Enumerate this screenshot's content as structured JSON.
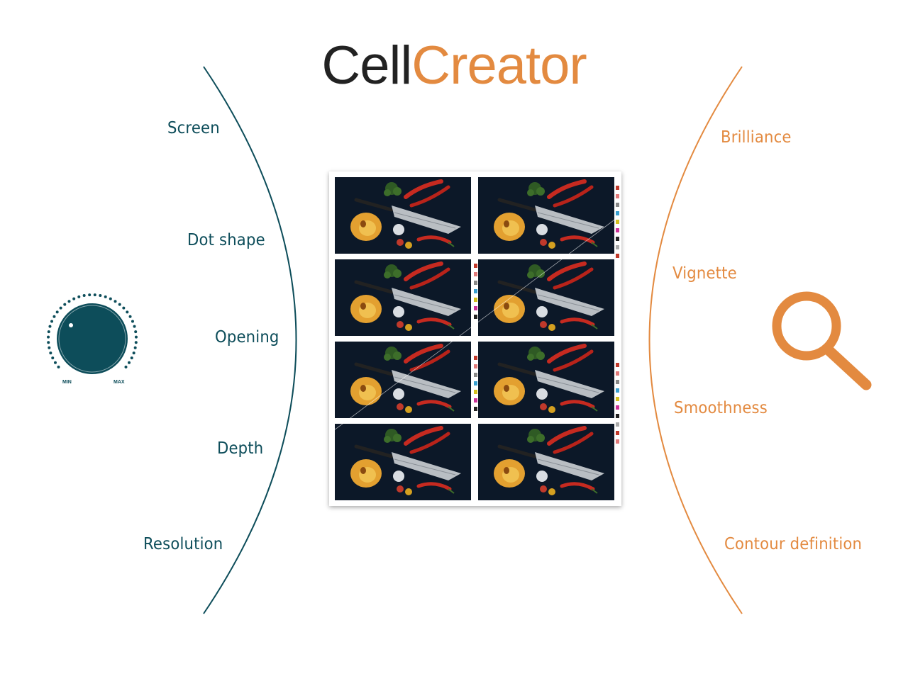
{
  "title": {
    "part1": "Cell",
    "part2": "Creator"
  },
  "left_labels": [
    "Screen",
    "Dot shape",
    "Opening",
    "Depth",
    "Resolution"
  ],
  "right_labels": [
    "Brilliance",
    "Vignette",
    "Smoothness",
    "Contour definition"
  ],
  "knob": {
    "min_label": "MIN",
    "max_label": "MAX"
  },
  "colors": {
    "teal": "#0d4d5a",
    "orange": "#e38a40",
    "title_dark": "#222222"
  },
  "icons": [
    "rotary-knob-icon",
    "magnifier-icon"
  ],
  "preview": {
    "rows": 4,
    "columns": 2
  }
}
